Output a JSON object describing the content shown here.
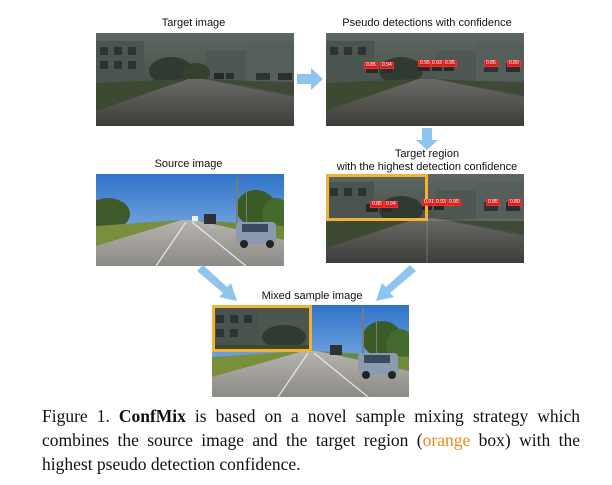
{
  "labels": {
    "target_image": "Target image",
    "pseudo_detections": "Pseudo detections with confidence",
    "target_region_line1": "Target region",
    "target_region_line2": "with the highest detection confidence",
    "source_image": "Source image",
    "mixed_sample": "Mixed sample image"
  },
  "detections": {
    "pseudo": [
      "0.85",
      "0.94",
      "0.95",
      "0.93",
      "0.95",
      "0.85",
      "0.89"
    ],
    "region": [
      "0.85",
      "0.94",
      "0.91",
      "0.93",
      "0.95",
      "0.85",
      "0.89"
    ]
  },
  "caption": {
    "prefix": "Figure 1. ",
    "method": "ConfMix",
    "part1": " is based on a novel sample mixing strategy which combines the source image and the target region (",
    "orange_word": "orange",
    "part2": " box) with the highest pseudo detection confidence."
  },
  "colors": {
    "arrow": "#8ec5ee",
    "highlight_box": "#f2b233",
    "detection_box": "#ff2a2a",
    "caption_orange": "#f08a1c"
  }
}
